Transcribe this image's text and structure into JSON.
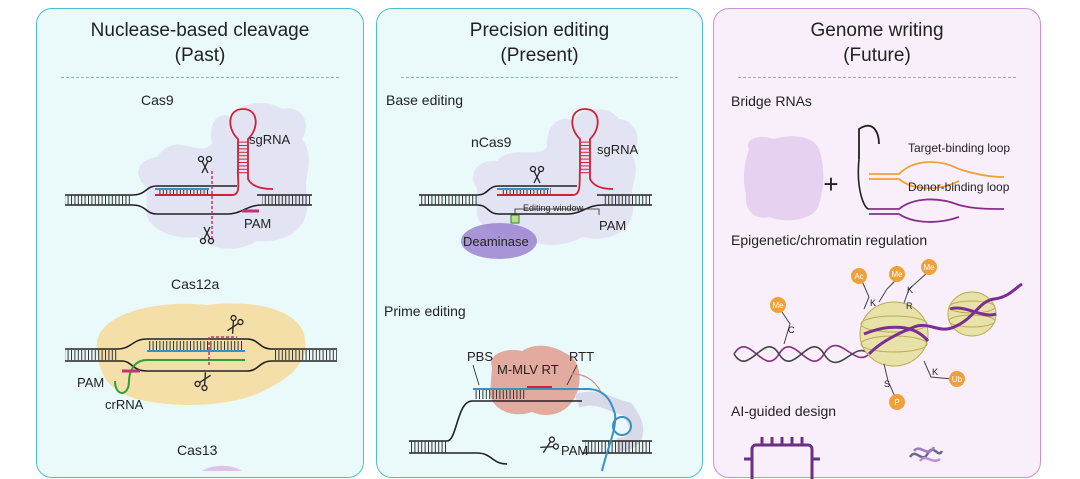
{
  "panels": {
    "past": {
      "title_line1": "Nuclease-based cleavage",
      "title_line2": "(Past)",
      "cas9": {
        "heading": "Cas9",
        "sgrna": "sgRNA",
        "pam": "PAM"
      },
      "cas12a": {
        "heading": "Cas12a",
        "pam": "PAM",
        "crrna": "crRNA"
      },
      "cas13": {
        "heading": "Cas13"
      }
    },
    "present": {
      "title_line1": "Precision editing",
      "title_line2": "(Present)",
      "base_editing": {
        "heading": "Base editing",
        "ncas9": "nCas9",
        "sgrna": "sgRNA",
        "editing_window": "Editing window",
        "pam": "PAM",
        "deaminase": "Deaminase"
      },
      "prime_editing": {
        "heading": "Prime editing",
        "pbs": "PBS",
        "rtt": "RTT",
        "rt": "M-MLV RT",
        "pam": "PAM"
      }
    },
    "future": {
      "title_line1": "Genome writing",
      "title_line2": "(Future)",
      "bridge": {
        "heading": "Bridge RNAs",
        "plus": "+",
        "target_loop": "Target-binding loop",
        "donor_loop": "Donor-binding loop"
      },
      "epigenetic": {
        "heading": "Epigenetic/chromatin regulation",
        "marks": [
          "Ac",
          "Me",
          "Me",
          "Me",
          "Ub",
          "P"
        ],
        "residues": [
          "K",
          "K",
          "R",
          "C",
          "K",
          "S"
        ]
      },
      "ai": {
        "heading": "AI-guided design"
      }
    }
  },
  "colors": {
    "teal_border": "#4cbfc9",
    "purple_border": "#c793d4",
    "sgrna_red": "#d0203a",
    "guide_blue": "#3b8fc2",
    "crrna_green": "#2e9e3f",
    "pam_magenta": "#c4307a",
    "deaminase": "#9c82d0",
    "rt_salmon": "#e3a79a",
    "histone": "#e8e2a9",
    "mark_orange": "#f0a03a",
    "loop_orange": "#f0a03a",
    "loop_purple": "#8a2d8a"
  }
}
